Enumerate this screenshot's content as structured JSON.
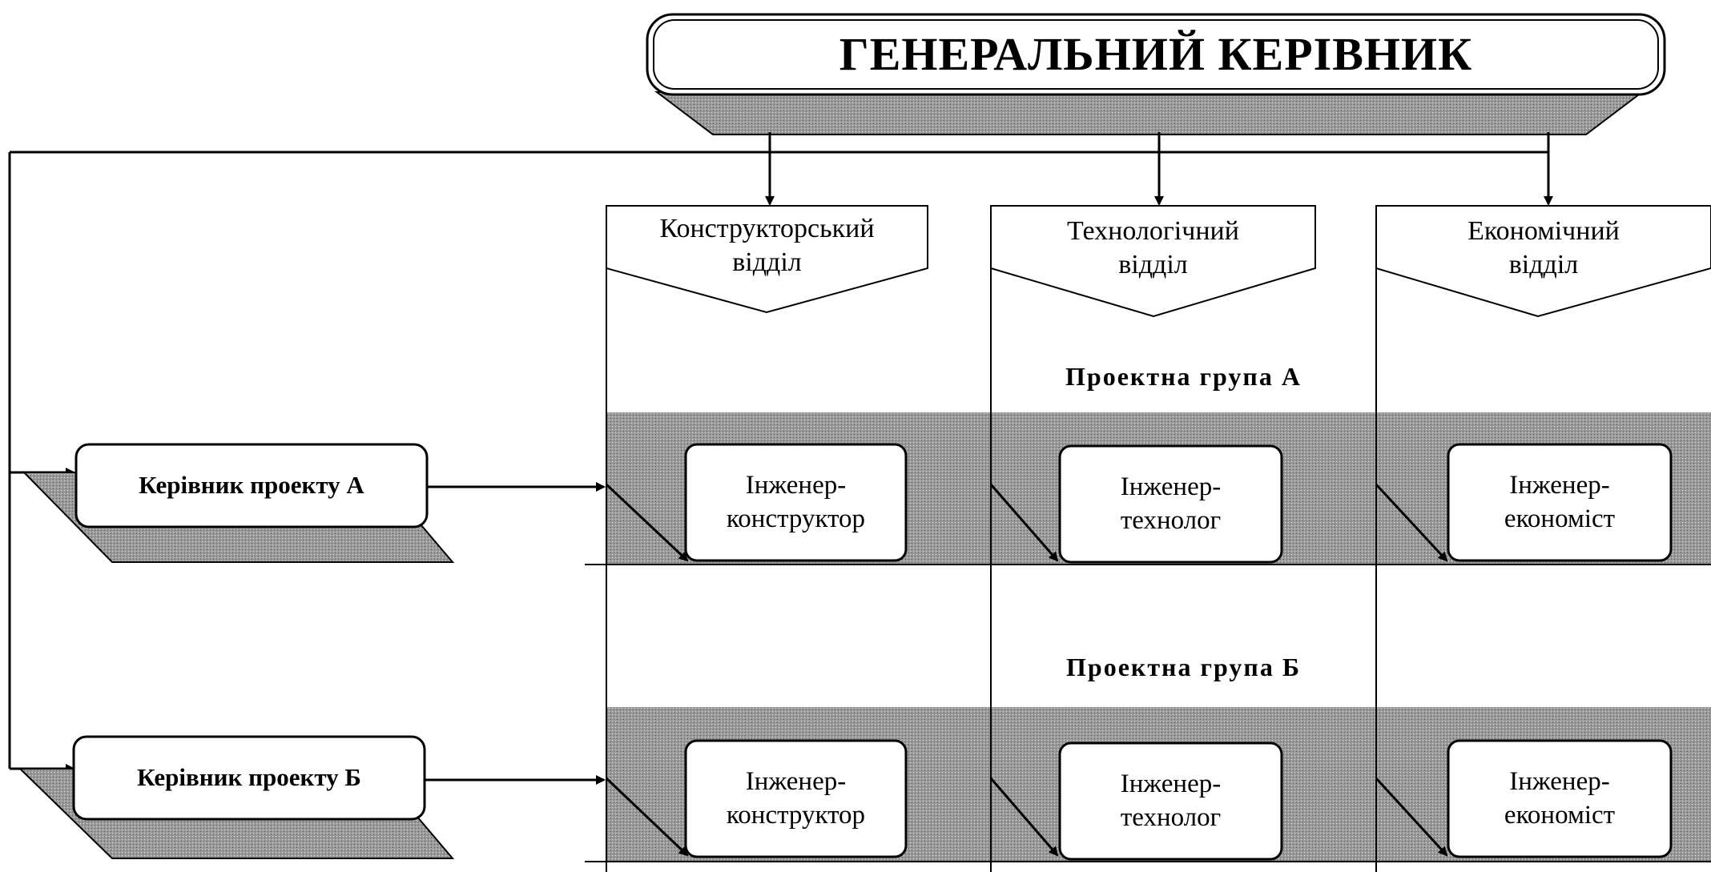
{
  "title": "ГЕНЕРАЛЬНИЙ КЕРІВНИК",
  "departments": [
    {
      "label": "Конструкторський\nвідділ"
    },
    {
      "label": "Технологічний\nвідділ"
    },
    {
      "label": "Економічний\nвідділ"
    }
  ],
  "groups": [
    {
      "label": "Проектна група А"
    },
    {
      "label": "Проектна група Б"
    }
  ],
  "managers": [
    {
      "label": "Керівник проекту А"
    },
    {
      "label": "Керівник проекту Б"
    }
  ],
  "engineers": {
    "a": [
      {
        "label": "Інженер-\nконструктор"
      },
      {
        "label": "Інженер-\nтехнолог"
      },
      {
        "label": "Інженер-\nекономіст"
      }
    ],
    "b": [
      {
        "label": "Інженер-\nконструктор"
      },
      {
        "label": "Інженер-\nтехнолог"
      },
      {
        "label": "Інженер-\nекономіст"
      }
    ]
  }
}
